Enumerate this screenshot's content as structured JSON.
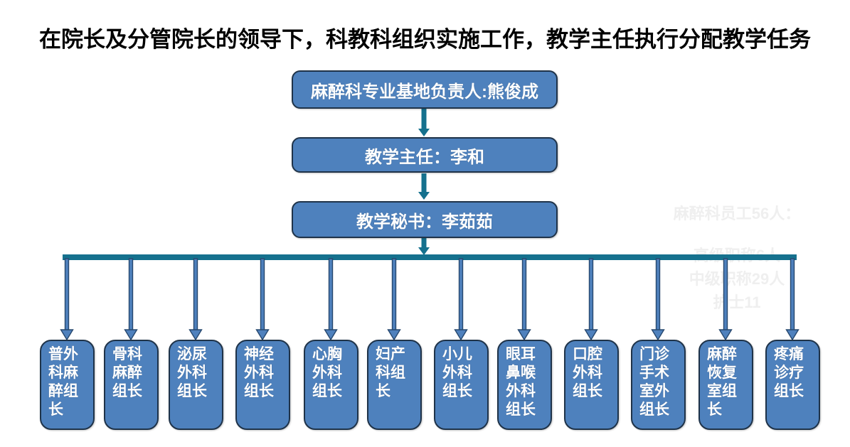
{
  "title": "在院长及分管院长的领导下，科教科组织实施工作，教学主任执行分配教学任务",
  "org": {
    "root": {
      "label": "麻醉科专业基地负责人:熊俊成"
    },
    "director": {
      "label": "教学主任：李和"
    },
    "secretary": {
      "label": "教学秘书：李茹茹"
    },
    "leaves": [
      {
        "label": "普外科麻醉组长"
      },
      {
        "label": "骨科麻醉组长"
      },
      {
        "label": "泌尿外科组长"
      },
      {
        "label": "神经外科组长"
      },
      {
        "label": "心胸外科组长"
      },
      {
        "label": "妇产科组长"
      },
      {
        "label": "小儿外科组长"
      },
      {
        "label": "眼耳鼻喉外科组长"
      },
      {
        "label": "口腔外科组长"
      },
      {
        "label": "门诊手术室外组长"
      },
      {
        "label": "麻醉恢复室组长"
      },
      {
        "label": "疼痛诊疗组长"
      }
    ]
  },
  "watermark": {
    "line1": "麻醉科员工56人：",
    "line2": "高级职称6人",
    "line3": "中级职称29人",
    "line4": "护士11"
  },
  "colors": {
    "box_fill": "#4E81BD",
    "box_border": "#1F3349",
    "connector_teal": "#15718E",
    "arrow_fill": "#4F81BD",
    "arrow_border": "#27486E",
    "watermark_text": "#EFEFEF",
    "title_text": "#000000",
    "box_text": "#FFFFFF"
  }
}
